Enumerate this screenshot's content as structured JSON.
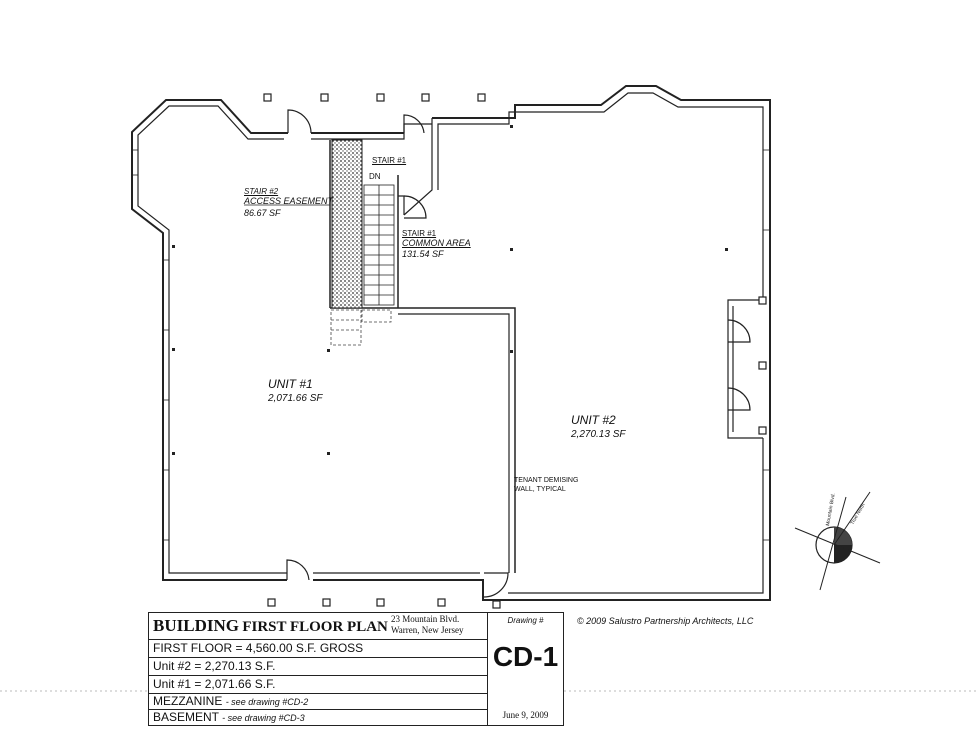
{
  "units": {
    "unit1": {
      "name": "UNIT #1",
      "area": "2,071.66 SF"
    },
    "unit2": {
      "name": "UNIT #2",
      "area": "2,270.13 SF"
    }
  },
  "stairs": {
    "stair2": {
      "title": "STAIR #2",
      "sub": "ACCESS EASEMENT",
      "area": "86.67 SF"
    },
    "stair1": {
      "title": "STAIR #1"
    },
    "stair1_common": {
      "title": "STAIR #1",
      "sub": "COMMON AREA",
      "area": "131.54 SF"
    },
    "dn": "DN"
  },
  "notes": {
    "tenant_wall_line1": "TENANT DEMISING",
    "tenant_wall_line2": "WALL, TYPICAL"
  },
  "north_arrow": {
    "label1": "Mountain Blvd.",
    "label2": "True North"
  },
  "title_block": {
    "building": "BUILDING",
    "plan_title": "FIRST FLOOR PLAN",
    "address1": "23 Mountain Blvd.",
    "address2": "Warren, New Jersey",
    "first_floor": "FIRST FLOOR = 4,560.00 S.F. GROSS",
    "unit2": "Unit #2 = 2,270.13 S.F.",
    "unit1": "Unit #1 = 2,071.66 S.F.",
    "mezzanine_label": "MEZZANINE",
    "mezzanine_note": "- see drawing #CD-2",
    "basement_label": "BASEMENT",
    "basement_note": "- see drawing #CD-3",
    "drawing_label": "Drawing #",
    "drawing_number": "CD-1",
    "date": "June 9, 2009"
  },
  "copyright": "© 2009 Salustro Partnership Architects, LLC"
}
